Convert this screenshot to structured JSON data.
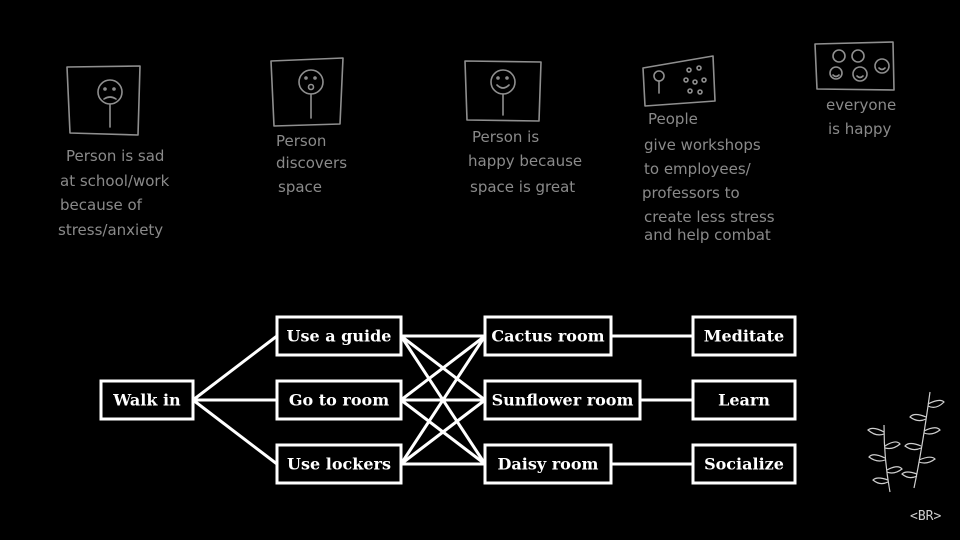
{
  "sketches": [
    {
      "id": "sad",
      "caption": [
        "Person is sad",
        "at school/work",
        "because of",
        "stress/anxiety"
      ]
    },
    {
      "id": "discovers",
      "caption": [
        "Person",
        "discovers",
        "space"
      ]
    },
    {
      "id": "happy",
      "caption": [
        "Person is",
        "happy because",
        "space is great"
      ]
    },
    {
      "id": "workshops",
      "caption": [
        "People",
        "give workshops",
        "to employees/",
        "professors to",
        "create less stress",
        "and help combat"
      ]
    },
    {
      "id": "everyone",
      "caption": [
        "everyone",
        "is happy"
      ]
    }
  ],
  "flow": {
    "nodes": [
      {
        "id": "walk-in",
        "label": "Walk in"
      },
      {
        "id": "use-a-guide",
        "label": "Use a guide"
      },
      {
        "id": "go-to-room",
        "label": "Go to room"
      },
      {
        "id": "use-lockers",
        "label": "Use lockers"
      },
      {
        "id": "cactus-room",
        "label": "Cactus room"
      },
      {
        "id": "sunflower-room",
        "label": "Sunflower room"
      },
      {
        "id": "daisy-room",
        "label": "Daisy room"
      },
      {
        "id": "meditate",
        "label": "Meditate"
      },
      {
        "id": "learn",
        "label": "Learn"
      },
      {
        "id": "socialize",
        "label": "Socialize"
      }
    ],
    "edges": [
      [
        "walk-in",
        "use-a-guide"
      ],
      [
        "walk-in",
        "go-to-room"
      ],
      [
        "walk-in",
        "use-lockers"
      ],
      [
        "use-a-guide",
        "cactus-room"
      ],
      [
        "use-a-guide",
        "sunflower-room"
      ],
      [
        "use-a-guide",
        "daisy-room"
      ],
      [
        "go-to-room",
        "cactus-room"
      ],
      [
        "go-to-room",
        "sunflower-room"
      ],
      [
        "go-to-room",
        "daisy-room"
      ],
      [
        "use-lockers",
        "cactus-room"
      ],
      [
        "use-lockers",
        "sunflower-room"
      ],
      [
        "use-lockers",
        "daisy-room"
      ],
      [
        "cactus-room",
        "meditate"
      ],
      [
        "sunflower-room",
        "learn"
      ],
      [
        "daisy-room",
        "socialize"
      ]
    ]
  },
  "logo": {
    "text": "<BR>"
  }
}
